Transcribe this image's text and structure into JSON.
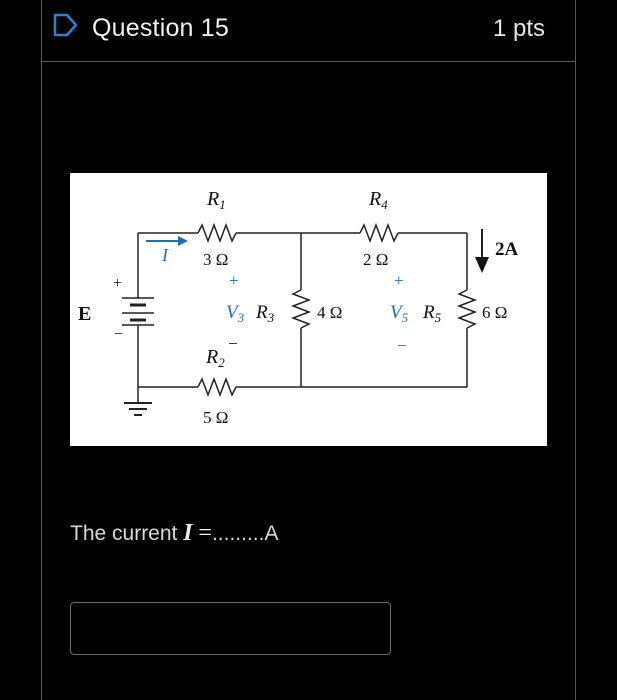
{
  "question": {
    "title": "Question 15",
    "points": "1 pts",
    "prompt_prefix": "The current ",
    "prompt_symbol": "I",
    "prompt_equals": "=",
    "prompt_suffix": ".........A",
    "answer_value": ""
  },
  "circuit": {
    "source_label": "E",
    "source_plus": "+",
    "source_minus": "−",
    "current_label": "I",
    "r1_label": "R",
    "r1_sub": "1",
    "r1_value": "3 Ω",
    "r2_label": "R",
    "r2_sub": "2",
    "r2_value": "5 Ω",
    "r3_label": "R",
    "r3_sub": "3",
    "r3_value": "4 Ω",
    "r4_label": "R",
    "r4_sub": "4",
    "r4_value": "2 Ω",
    "r5_label": "R",
    "r5_sub": "5",
    "r5_value": "6 Ω",
    "v3_label": "V",
    "v3_sub": "3",
    "v3_plus": "+",
    "v3_minus": "−",
    "v5_label": "V",
    "v5_sub": "5",
    "v5_plus": "+",
    "v5_minus": "−",
    "source_current": "2A"
  },
  "colors": {
    "accent_blue": "#1f6fb8",
    "background": "#000000",
    "border": "#5a5a5a"
  }
}
